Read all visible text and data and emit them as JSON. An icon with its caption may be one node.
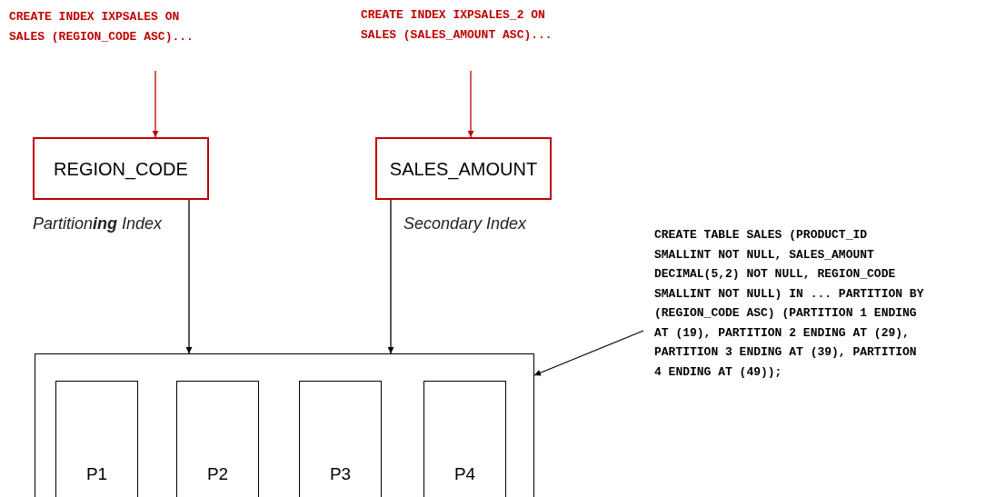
{
  "diagram": {
    "nodes": [
      {
        "text": [
          "CREATE INDEX IXPSALES ON SALES (REGION_CODE ASC)..."
        ]
      },
      {
        "text": [
          "CREATE INDEX IXPSALES_2 ON SALES (SALES_AMOUNT ASC)..."
        ]
      },
      {
        "text": [
          "REGION_CODE"
        ],
        "beside": [
          "Partition**ing** Index"
        ]
      },
      {
        "text": [
          "SALES_AMOUNT"
        ],
        "beside": [
          "Secondary Index"
        ]
      },
      {
        "text": [],
        "shape": "box"
      },
      {
        "text": [
          "P1"
        ],
        "in": 4
      },
      {
        "text": [
          "P2"
        ],
        "in": 4
      },
      {
        "text": [
          "P3"
        ],
        "in": 4
      },
      {
        "text": [
          "P4"
        ],
        "in": 4
      },
      {
        "text": [
          "CREATE TABLE SALES (PRODUCT_ID SMALLINT NOT NULL, SALES_AMOUNT DECIMAL(5,2) NOT NULL, REGION_CODE SMALLINT NOT NULL) IN ... PARTITION BY (REGION_CODE ASC) (PARTITION 1 ENDING AT (19), PARTITION 2 ENDING AT (29), PARTITION 3 ENDING AT (39), PARTITION 4 ENDING AT (49));"
        ]
      }
    ],
    "edges": [
      {
        "from": 0,
        "to": 2,
        "arrow": "to",
        "color": "#c00000"
      },
      {
        "from": 1,
        "to": 3,
        "arrow": "to",
        "color": "#c00000"
      },
      {
        "from": 2,
        "to": 4,
        "arrow": "to"
      },
      {
        "from": 3,
        "to": 4,
        "arrow": "to"
      },
      {
        "from": 9,
        "to": 4,
        "arrow": "to"
      }
    ]
  }
}
